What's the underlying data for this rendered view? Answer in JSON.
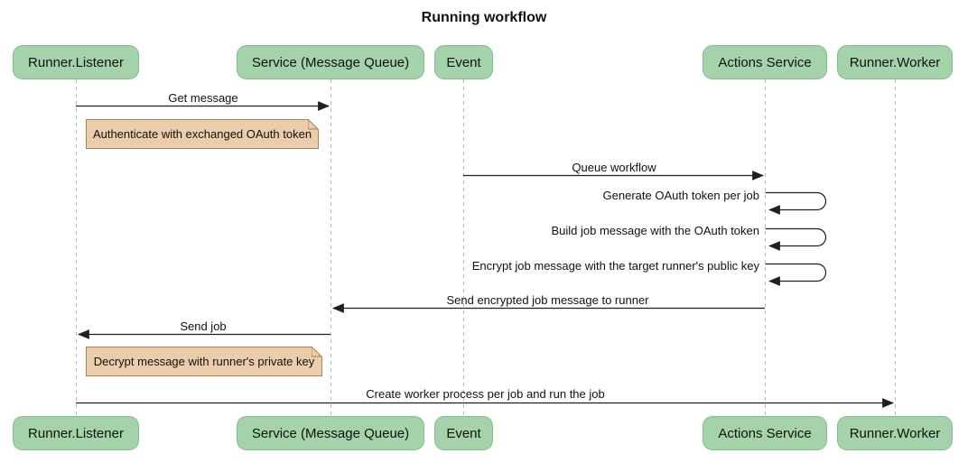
{
  "title": "Running workflow",
  "participants": [
    {
      "name": "Runner.Listener"
    },
    {
      "name": "Service (Message Queue)"
    },
    {
      "name": "Event"
    },
    {
      "name": "Actions Service"
    },
    {
      "name": "Runner.Worker"
    }
  ],
  "messages": [
    {
      "label": "Get message",
      "from": "Runner.Listener",
      "to": "Service (Message Queue)",
      "type": "arrow"
    },
    {
      "label": "Queue workflow",
      "from": "Event",
      "to": "Actions Service",
      "type": "arrow"
    },
    {
      "label": "Generate OAuth token per job",
      "from": "Actions Service",
      "to": "Actions Service",
      "type": "self"
    },
    {
      "label": "Build job message with the OAuth token",
      "from": "Actions Service",
      "to": "Actions Service",
      "type": "self"
    },
    {
      "label": "Encrypt job message with the target runner's public key",
      "from": "Actions Service",
      "to": "Actions Service",
      "type": "self"
    },
    {
      "label": "Send encrypted job message to runner",
      "from": "Actions Service",
      "to": "Service (Message Queue)",
      "type": "arrow"
    },
    {
      "label": "Send job",
      "from": "Service (Message Queue)",
      "to": "Runner.Listener",
      "type": "arrow"
    },
    {
      "label": "Create worker process per job and run the job",
      "from": "Runner.Listener",
      "to": "Runner.Worker",
      "type": "arrow"
    }
  ],
  "notes": [
    {
      "text": "Authenticate with exchanged OAuth token",
      "position": "right of Runner.Listener"
    },
    {
      "text": "Decrypt message with runner's private key",
      "position": "right of Runner.Listener"
    }
  ],
  "colors": {
    "participant_fill": "#a4d2aa",
    "participant_border": "#84bb8c",
    "note_fill": "#ebccab",
    "note_border": "#aa8350",
    "arrow": "#1f1f1f",
    "lifeline": "#b9b9b9"
  }
}
